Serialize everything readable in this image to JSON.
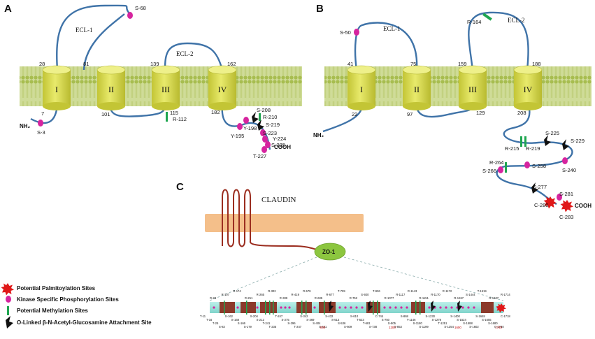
{
  "panels": {
    "a": "A",
    "b": "B",
    "c": "C"
  },
  "panel_a": {
    "helices": [
      "I",
      "II",
      "III",
      "IV"
    ],
    "loops": {
      "ecl1": "ECL-1",
      "ecl2": "ECL-2"
    },
    "boundaries": {
      "h1_top": "28",
      "h2_top": "81",
      "h3_top": "139",
      "h4_top": "162",
      "h1_bot": "7",
      "h2_bot": "101",
      "h3_bot": "115",
      "h4_bot": "182"
    },
    "termini": {
      "n": "NH₂",
      "c": "COOH"
    },
    "sites": {
      "s68": "S-68",
      "s3": "S-3",
      "r112": "R-112",
      "y195": "Y-195",
      "y198": "Y-198",
      "s208": "S-208",
      "r210": "R-210",
      "s219": "S-219",
      "s223": "S-223",
      "y224": "Y-224",
      "s225": "S-225",
      "t227": "T-227"
    }
  },
  "panel_b": {
    "helices": [
      "I",
      "II",
      "III",
      "IV"
    ],
    "loops": {
      "ecl1": "ECL-1",
      "ecl2": "ECL-2"
    },
    "boundaries": {
      "h1_top": "41",
      "h2_top": "75",
      "h3_top": "159",
      "h4_top": "188",
      "h1_bot": "22",
      "h2_bot": "97",
      "h3_bot": "129",
      "h4_bot": "208"
    },
    "termini": {
      "n": "NH₂",
      "c": "COOH"
    },
    "sites": {
      "s50": "S-50",
      "r164": "R-164",
      "r215": "R-215",
      "r219": "R-219",
      "s225": "S-225",
      "s229": "S-229",
      "r264": "R-264",
      "s266": "S-266",
      "s258": "S-258",
      "s240": "S-240",
      "s277": "S-277",
      "s281": "S-281",
      "c280": "C-280",
      "c283": "C-283"
    }
  },
  "panel_c": {
    "claudin": "CLAUDIN",
    "zo1": "ZO-1",
    "top_labels": [
      "R-28",
      "R-107",
      "R-174",
      "R-251",
      "R-265",
      "R-302",
      "R-339",
      "R-419",
      "R-579",
      "R-635",
      "R-677",
      "T-709",
      "R-752",
      "S-920",
      "T-936",
      "R-1077",
      "R-1117",
      "R-1143",
      "R-1151",
      "R-1170",
      "R-1172",
      "R-1267",
      "S-1444",
      "T-1519",
      "R-1637",
      "R-1714"
    ],
    "bottom_labels": [
      "T-11",
      "T-16",
      "T-25",
      "S-83",
      "S-162",
      "S-168",
      "S-166",
      "S-179",
      "S-204",
      "S-212",
      "T-241",
      "T-235",
      "T-247",
      "S-275",
      "S-296",
      "T-247",
      "S-342",
      "S-369",
      "S-404",
      "S-421",
      "S-432",
      "S-513",
      "S-536",
      "S-609",
      "S-610",
      "T-523",
      "T-681",
      "S-738",
      "C-744",
      "S-750",
      "S-805",
      "S-853",
      "S-868",
      "Y-1146",
      "S-1180",
      "S-1199",
      "S-1230",
      "S-1278",
      "T-1251",
      "S-1354",
      "S-1400",
      "S-1524",
      "S-1588",
      "S-1602",
      "S-1648",
      "S-1655",
      "S-1680",
      "C-1740",
      "C-1718"
    ],
    "scale": [
      "800",
      "1200",
      "1600",
      "1748"
    ]
  },
  "legend": {
    "palmitoylation": "Potential Palmitoylation Sites",
    "phosphorylation": "Kinase Specific Phosphorylation Sites",
    "methylation": "Potential Methylation Sites",
    "glcnac": "O-Linked β-N-Acetyl-Glucosamine Attachment Site"
  },
  "colors": {
    "membrane": "#c6d68a",
    "helix": "#d9db4e",
    "loop": "#3f73a8",
    "phospho": "#d6249f",
    "methyl": "#1fa650",
    "palm": "#e01818",
    "glcnac": "#111111",
    "zo1": "#8cc63f",
    "claudin_box": "#f4bf8a",
    "claudin_loop": "#9b2d1f",
    "zo1_bar": "#98e1d9"
  }
}
